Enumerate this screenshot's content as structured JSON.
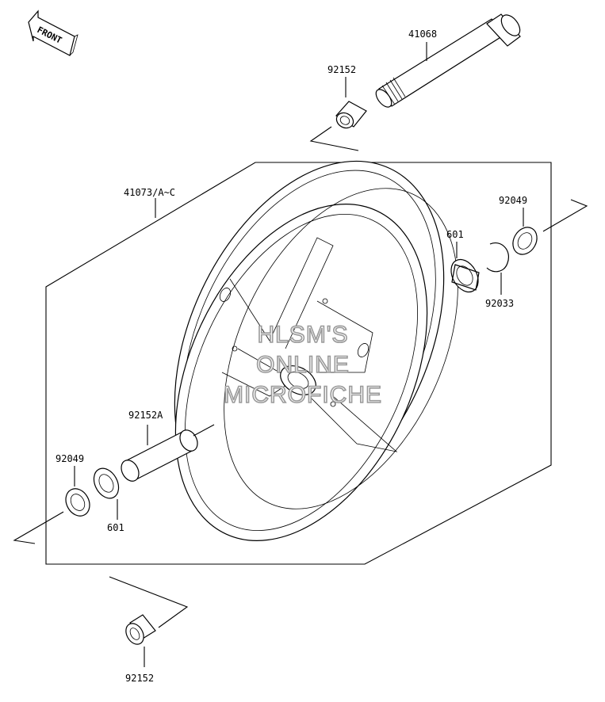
{
  "orientation": {
    "label": "FRONT"
  },
  "parts": {
    "axle": "41068",
    "collar_top": "92152",
    "wheel": "41073/A~C",
    "oil_seal_right": "92049",
    "bearing_right": "601",
    "circlip": "92033",
    "spacer": "92152A",
    "oil_seal_left": "92049",
    "bearing_left": "601",
    "collar_bottom": "92152"
  },
  "watermark": {
    "line1": "HLSM'S",
    "line2": "ONLINE",
    "line3": "MICROFICHE"
  }
}
